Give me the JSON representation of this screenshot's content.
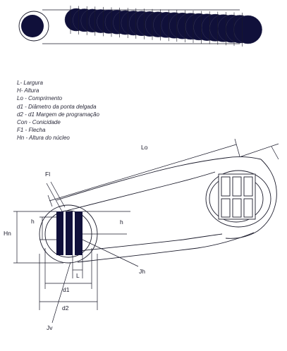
{
  "legend": [
    "L- Largura",
    "H- Altura",
    "Lo - Comprimento",
    "d1 - Diâmetro da ponta delgada",
    "d2 - d1  Margem de programação",
    "Con - Conicidade",
    "F1 - Flecha",
    "Hn - Altura do núcleo"
  ],
  "labels": {
    "lo": "Lo",
    "fl": "Fl",
    "hn": "Hn",
    "h_left": "h",
    "h_right": "h",
    "jh": "Jh",
    "l": "L",
    "d1": "d1",
    "d2": "d2",
    "jv": "Jv"
  },
  "colors": {
    "core_fill": "#10103a",
    "stroke": "#1a1a2a"
  }
}
